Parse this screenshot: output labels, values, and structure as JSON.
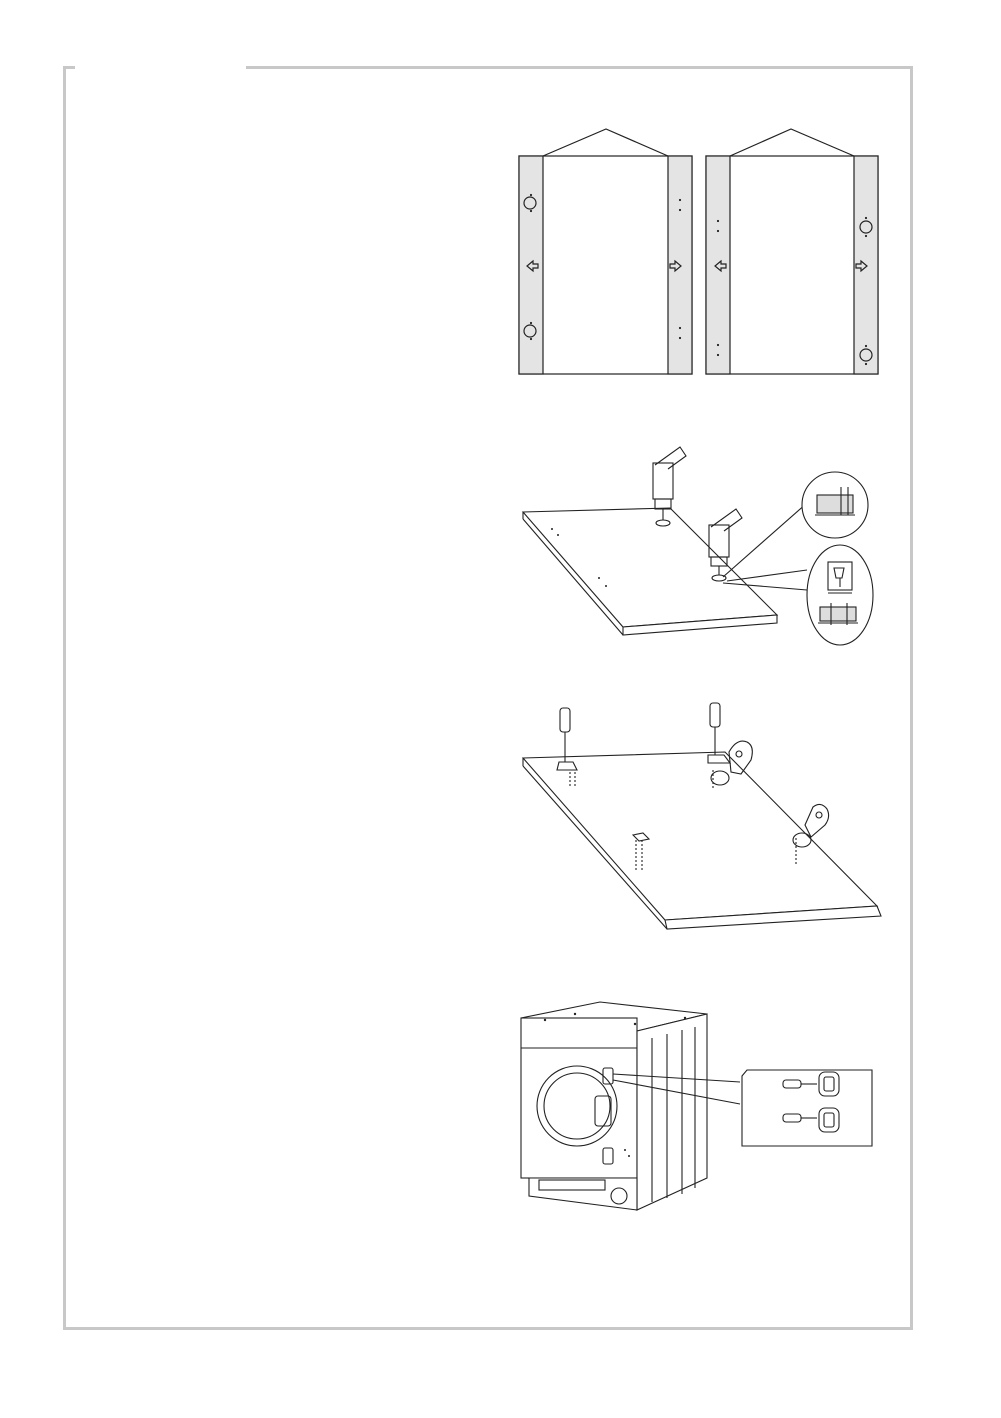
{
  "page": {
    "background": "#ffffff",
    "frame_color": "#c8c8c8",
    "line_color": "#222222",
    "panel_fill": "#e4e4e4"
  },
  "figures": [
    {
      "id": "door-panels-hinge-marks",
      "description_icon": "door-panels-icon"
    },
    {
      "id": "drilling-hinge-holes",
      "description_icon": "drill-icon"
    },
    {
      "id": "screwing-hinges",
      "description_icon": "screwdriver-icon"
    },
    {
      "id": "appliance-hinge-plates",
      "description_icon": "washing-machine-icon"
    }
  ]
}
